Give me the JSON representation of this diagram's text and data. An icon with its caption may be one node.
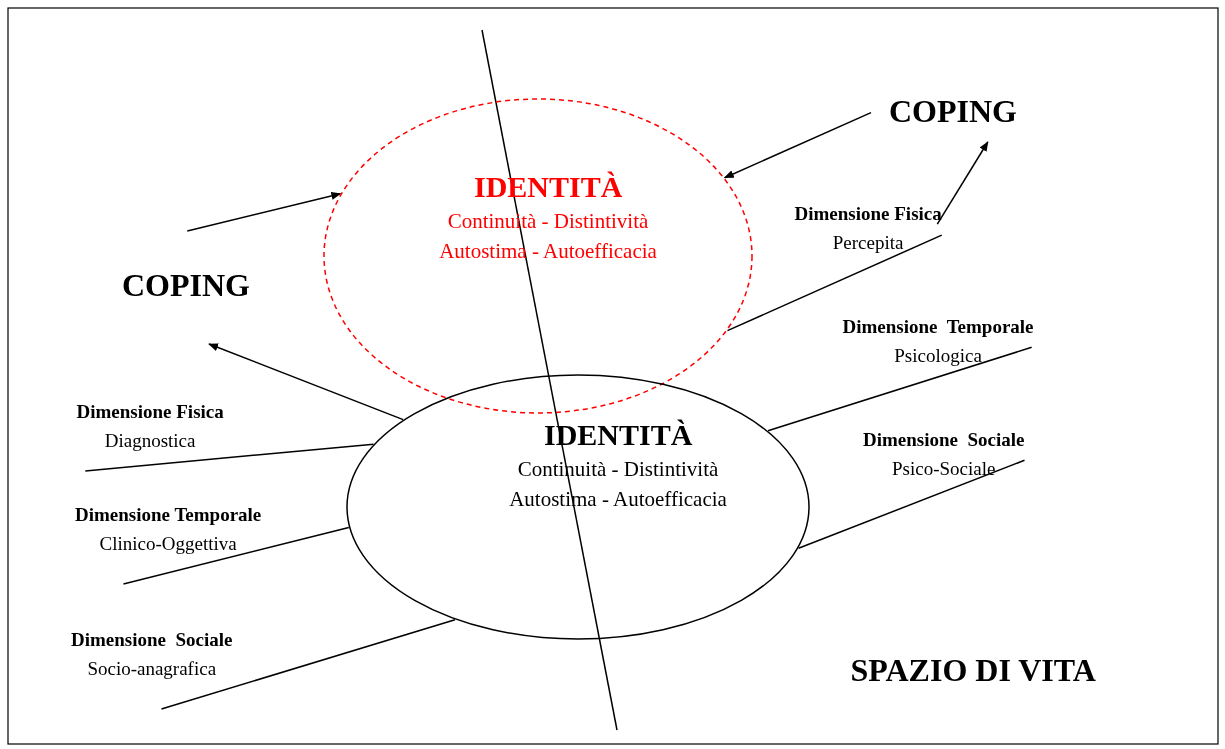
{
  "diagram": {
    "nodes": [
      {
        "text": [
          "IDENTITÀ",
          "Continuità - Distintività Autostima - Autoefficacia"
        ]
      },
      {
        "text": [
          "IDENTITÀ",
          "Continuità - Distintività Autostima - Autoefficacia"
        ]
      },
      {
        "text": [
          "COPING"
        ]
      },
      {
        "text": [
          "COPING"
        ]
      },
      {
        "text": [
          "Dimensione Fisica",
          "Percepita"
        ]
      },
      {
        "text": [
          "Dimensione  Temporale",
          "Psicologica"
        ]
      },
      {
        "text": [
          "Dimensione  Sociale",
          "Psico-Sociale"
        ]
      },
      {
        "text": [
          "Dimensione Fisica",
          "Diagnostica"
        ]
      },
      {
        "text": [
          "Dimensione Temporale",
          "Clinico-Oggettiva"
        ]
      },
      {
        "text": [
          "Dimensione  Sociale",
          "Socio-anagrafica"
        ]
      }
    ],
    "edges": [
      {
        "from": 0,
        "to": 4,
        "arrow": "none"
      },
      {
        "from": 1,
        "to": 5,
        "arrow": "none"
      },
      {
        "from": 1,
        "to": 6,
        "arrow": "none"
      },
      {
        "from": 1,
        "to": 7,
        "arrow": "none"
      },
      {
        "from": 1,
        "to": 8,
        "arrow": "none"
      },
      {
        "from": 1,
        "to": 9,
        "arrow": "none"
      },
      {
        "from": 2,
        "to": 0,
        "arrow": "to"
      },
      {
        "from": 1,
        "to": 2,
        "arrow": "to"
      },
      {
        "from": 3,
        "to": 0,
        "arrow": "to"
      },
      {
        "from": 4,
        "to": 3,
        "arrow": "to"
      }
    ],
    "labels": [
      "SPAZIO DI VITA"
    ]
  }
}
